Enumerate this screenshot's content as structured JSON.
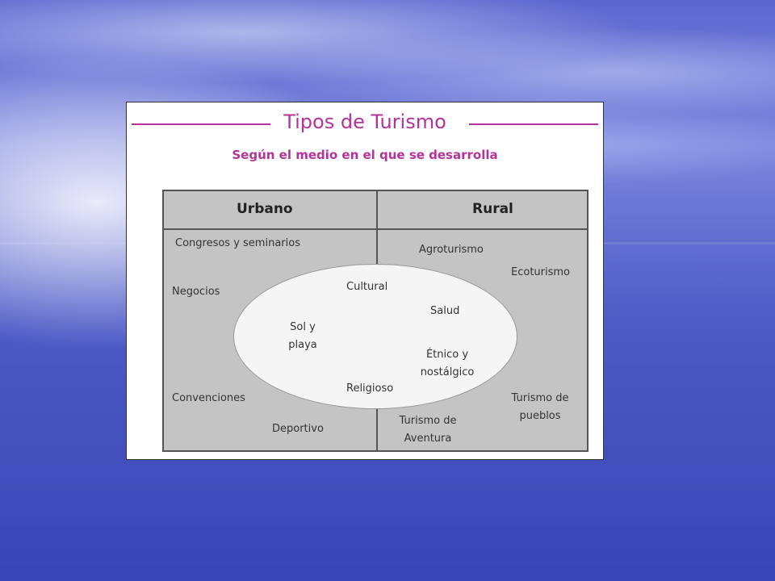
{
  "diagram": {
    "title": "Tipos de Turismo",
    "subtitle": "Según el medio en el que se desarrolla",
    "columns": {
      "left": "Urbano",
      "right": "Rural"
    },
    "urban_items": {
      "congresos": "Congresos y seminarios",
      "negocios": "Negocios",
      "convenciones": "Convenciones",
      "deportivo": "Deportivo"
    },
    "rural_items": {
      "agroturismo": "Agroturismo",
      "ecoturismo": "Ecoturismo",
      "turismo_pueblos_1": "Turismo de",
      "turismo_pueblos_2": "pueblos",
      "aventura_1": "Turismo de",
      "aventura_2": "Aventura"
    },
    "shared_items": {
      "cultural": "Cultural",
      "salud": "Salud",
      "sol_1": "Sol y",
      "sol_2": "playa",
      "etnico_1": "Étnico y",
      "etnico_2": "nostálgico",
      "religioso": "Religioso"
    }
  },
  "colors": {
    "accent": "#b3339a",
    "table_fill": "#c4c4c4",
    "ellipse_fill": "#f5f5f5",
    "background": "#4e5bc6"
  }
}
